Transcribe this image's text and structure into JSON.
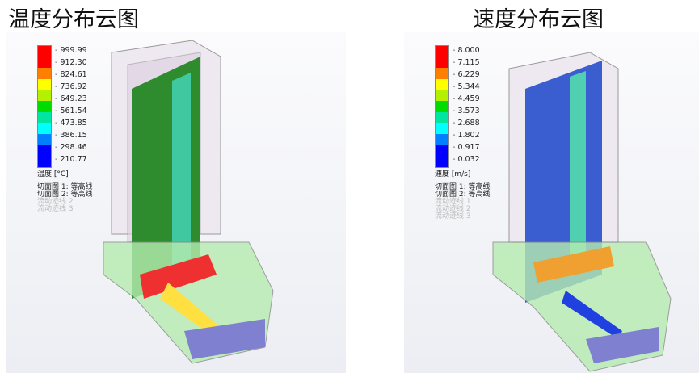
{
  "left": {
    "title": "温度分布云图",
    "legend_values": [
      "999.99",
      "912.30",
      "824.61",
      "736.92",
      "649.23",
      "561.54",
      "473.85",
      "386.15",
      "298.46",
      "210.77"
    ],
    "unit": "温度 [°C]",
    "items": [
      {
        "label": "切面图 1: 等高线",
        "active": true
      },
      {
        "label": "切面图 2: 等高线",
        "active": true
      },
      {
        "label": "流动迹线 2",
        "active": false
      },
      {
        "label": "流动迹线 3",
        "active": false
      }
    ]
  },
  "right": {
    "title": "速度分布云图",
    "legend_values": [
      "8.000",
      "7.115",
      "6.229",
      "5.344",
      "4.459",
      "3.573",
      "2.688",
      "1.802",
      "0.917",
      "0.032"
    ],
    "unit": "速度 [m/s]",
    "items": [
      {
        "label": "切面图 1: 等高线",
        "active": true
      },
      {
        "label": "切面图 2: 等高线",
        "active": true
      },
      {
        "label": "流动迹线 1",
        "active": false
      },
      {
        "label": "流动迹线 2",
        "active": false
      },
      {
        "label": "流动迹线 3",
        "active": false
      }
    ]
  },
  "colors": {
    "scale": [
      "#ff0000",
      "#ff0000",
      "#ff7f00",
      "#ffff00",
      "#b4f000",
      "#00dc00",
      "#00e6a0",
      "#00ffff",
      "#0080ff",
      "#0000ff",
      "#0000ff"
    ]
  }
}
